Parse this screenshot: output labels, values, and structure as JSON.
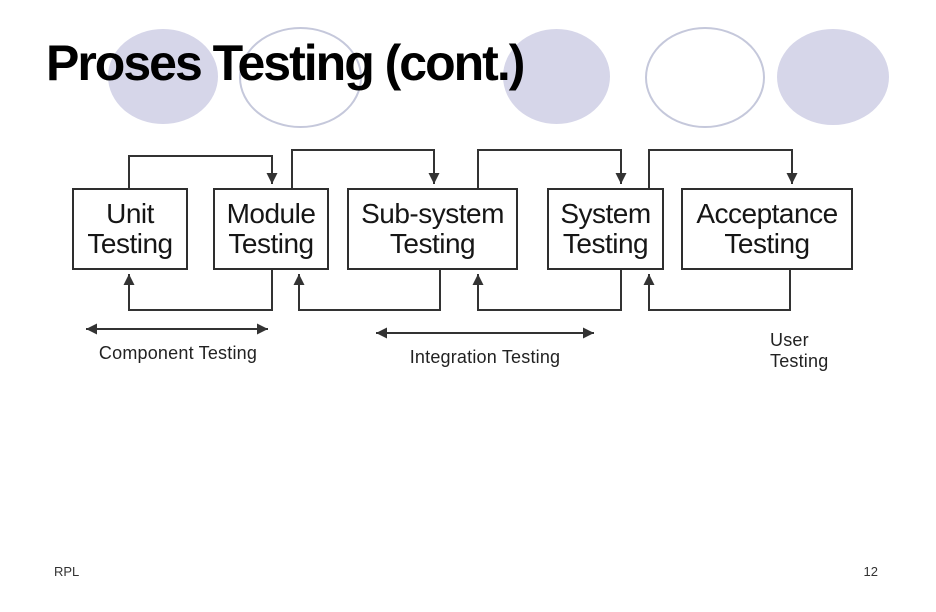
{
  "slide": {
    "title": "Proses Testing (cont.)",
    "footer_left": "RPL",
    "page_number": "12"
  },
  "diagram": {
    "boxes": [
      {
        "label": "Unit\nTesting"
      },
      {
        "label": "Module\nTesting"
      },
      {
        "label": "Sub-system\nTesting"
      },
      {
        "label": "System\nTesting"
      },
      {
        "label": "Acceptance\nTesting"
      }
    ],
    "span_labels": [
      {
        "label": "Component Testing"
      },
      {
        "label": "Integration Testing"
      },
      {
        "label": "User\nTesting"
      }
    ]
  },
  "colors": {
    "ellipse_fill": "#d6d6e9",
    "ellipse_outline": "#c5c8db",
    "diagram_line": "#333333",
    "title_text": "#000000"
  }
}
